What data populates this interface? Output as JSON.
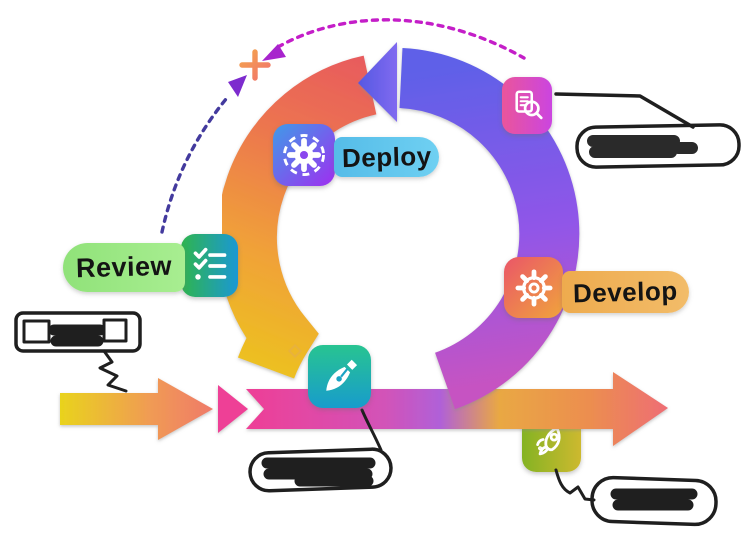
{
  "diagram": {
    "type": "agile-development-loop",
    "plus_symbol": "+",
    "steps": [
      {
        "id": "deploy",
        "label": "Deploy",
        "badge_color": "#5ec3ea",
        "icon": "hexagon-gear-icon",
        "icon_gradient": [
          "#3f9be8",
          "#9f2ef0"
        ]
      },
      {
        "id": "review",
        "label": "Review",
        "badge_color": "#9ee787",
        "icon": "checklist-icon",
        "icon_gradient": [
          "#2fb44e",
          "#1b98d4"
        ]
      },
      {
        "id": "develop",
        "label": "Develop",
        "badge_color": "#f0b05a",
        "icon": "gear-icon",
        "icon_gradient": [
          "#ea5668",
          "#f0a43c"
        ]
      }
    ],
    "unlabeled_icons": [
      {
        "id": "document-search",
        "icon": "document-search-icon",
        "gradient": [
          "#ea559b",
          "#cb45e0"
        ]
      },
      {
        "id": "pen",
        "icon": "pen-nib-icon",
        "gradient": [
          "#28c491",
          "#189ccc"
        ]
      },
      {
        "id": "rocket",
        "icon": "rocket-icon",
        "gradient": [
          "#84b323",
          "#cdb92f"
        ]
      }
    ],
    "annotations": [
      {
        "id": "top-right",
        "style": "handwritten-scribble",
        "legible": false
      },
      {
        "id": "left",
        "style": "handwritten-scribble-boxes",
        "legible": false
      },
      {
        "id": "bottom-center",
        "style": "handwritten-scribble",
        "legible": false
      },
      {
        "id": "bottom-right",
        "style": "handwritten-scribble",
        "legible": false
      }
    ],
    "colors": {
      "main_arrow_gradient": [
        "#ee3f96",
        "#b060d8",
        "#e9a843",
        "#ee6d75"
      ],
      "small_arrow_gradient": [
        "#e9d31d",
        "#ef7a69"
      ],
      "loop_left_gradient": [
        "#ecc51d",
        "#f0a238",
        "#e85a5e"
      ],
      "loop_right_gradient": [
        "#c653c2",
        "#9156e8",
        "#5e60e8"
      ],
      "dashed_arc_left": "#433a9e",
      "dashed_arc_right": "#c41ec8",
      "plus_gradient": [
        "#f4a44c",
        "#f1726d"
      ],
      "scribble": "#1f1f1f"
    }
  }
}
